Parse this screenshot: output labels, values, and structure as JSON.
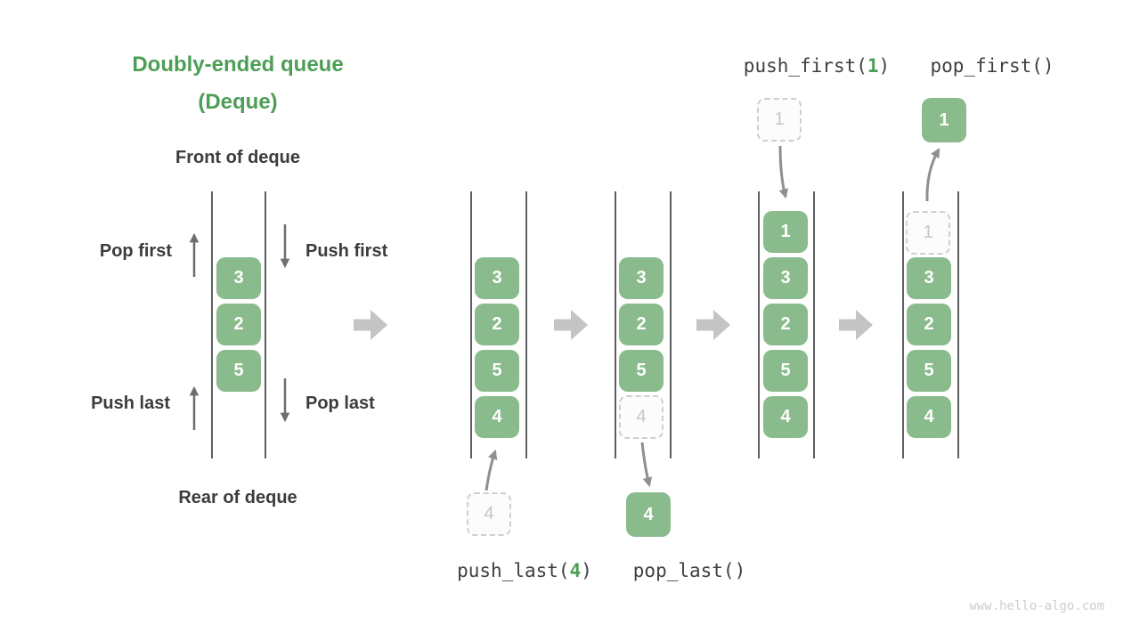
{
  "title": {
    "line1": "Doubly-ended queue",
    "line2": "(Deque)"
  },
  "labels": {
    "front": "Front of deque",
    "rear": "Rear of deque",
    "pop_first": "Pop first",
    "push_first": "Push first",
    "push_last": "Push last",
    "pop_last": "Pop last"
  },
  "operations": {
    "push_last": {
      "before": "push_last(",
      "arg": "4",
      "after": ")"
    },
    "pop_last": {
      "before": "pop_last()",
      "arg": "",
      "after": ""
    },
    "push_first": {
      "before": "push_first(",
      "arg": "1",
      "after": ")"
    },
    "pop_first": {
      "before": "pop_first()",
      "arg": "",
      "after": ""
    }
  },
  "deques": [
    {
      "id": "deque-initial",
      "cells": [
        {
          "value": "3",
          "variant": "solid"
        },
        {
          "value": "2",
          "variant": "solid"
        },
        {
          "value": "5",
          "variant": "solid"
        }
      ]
    },
    {
      "id": "deque-after-push-last",
      "cells": [
        {
          "value": "3",
          "variant": "solid"
        },
        {
          "value": "2",
          "variant": "solid"
        },
        {
          "value": "5",
          "variant": "solid"
        },
        {
          "value": "4",
          "variant": "solid"
        }
      ],
      "floating_cell": {
        "value": "4",
        "variant": "ghost",
        "role": "incoming-from-rear"
      }
    },
    {
      "id": "deque-after-pop-last",
      "cells": [
        {
          "value": "3",
          "variant": "solid"
        },
        {
          "value": "2",
          "variant": "solid"
        },
        {
          "value": "5",
          "variant": "solid"
        },
        {
          "value": "4",
          "variant": "ghost"
        }
      ],
      "floating_cell": {
        "value": "4",
        "variant": "solid",
        "role": "outgoing-from-rear"
      }
    },
    {
      "id": "deque-after-push-first",
      "cells": [
        {
          "value": "1",
          "variant": "solid"
        },
        {
          "value": "3",
          "variant": "solid"
        },
        {
          "value": "2",
          "variant": "solid"
        },
        {
          "value": "5",
          "variant": "solid"
        },
        {
          "value": "4",
          "variant": "solid"
        }
      ],
      "floating_cell": {
        "value": "1",
        "variant": "ghost",
        "role": "incoming-from-front"
      }
    },
    {
      "id": "deque-after-pop-first",
      "cells": [
        {
          "value": "1",
          "variant": "ghost"
        },
        {
          "value": "3",
          "variant": "solid"
        },
        {
          "value": "2",
          "variant": "solid"
        },
        {
          "value": "5",
          "variant": "solid"
        },
        {
          "value": "4",
          "variant": "solid"
        }
      ],
      "floating_cell": {
        "value": "1",
        "variant": "solid",
        "role": "outgoing-from-front"
      }
    }
  ],
  "watermark": "www.hello-algo.com",
  "colors": {
    "accent_green": "#4d9e56",
    "cell_green": "#8abb8c",
    "dark_text": "#3c3c3c",
    "code_text": "#3f3f3f",
    "wall_gray": "#5f5f5f",
    "ghost_border": "#cfcfcf",
    "ghost_text": "#c6c6c6",
    "big_arrow": "#c4c4c4",
    "watermark": "#cdcdcd"
  }
}
